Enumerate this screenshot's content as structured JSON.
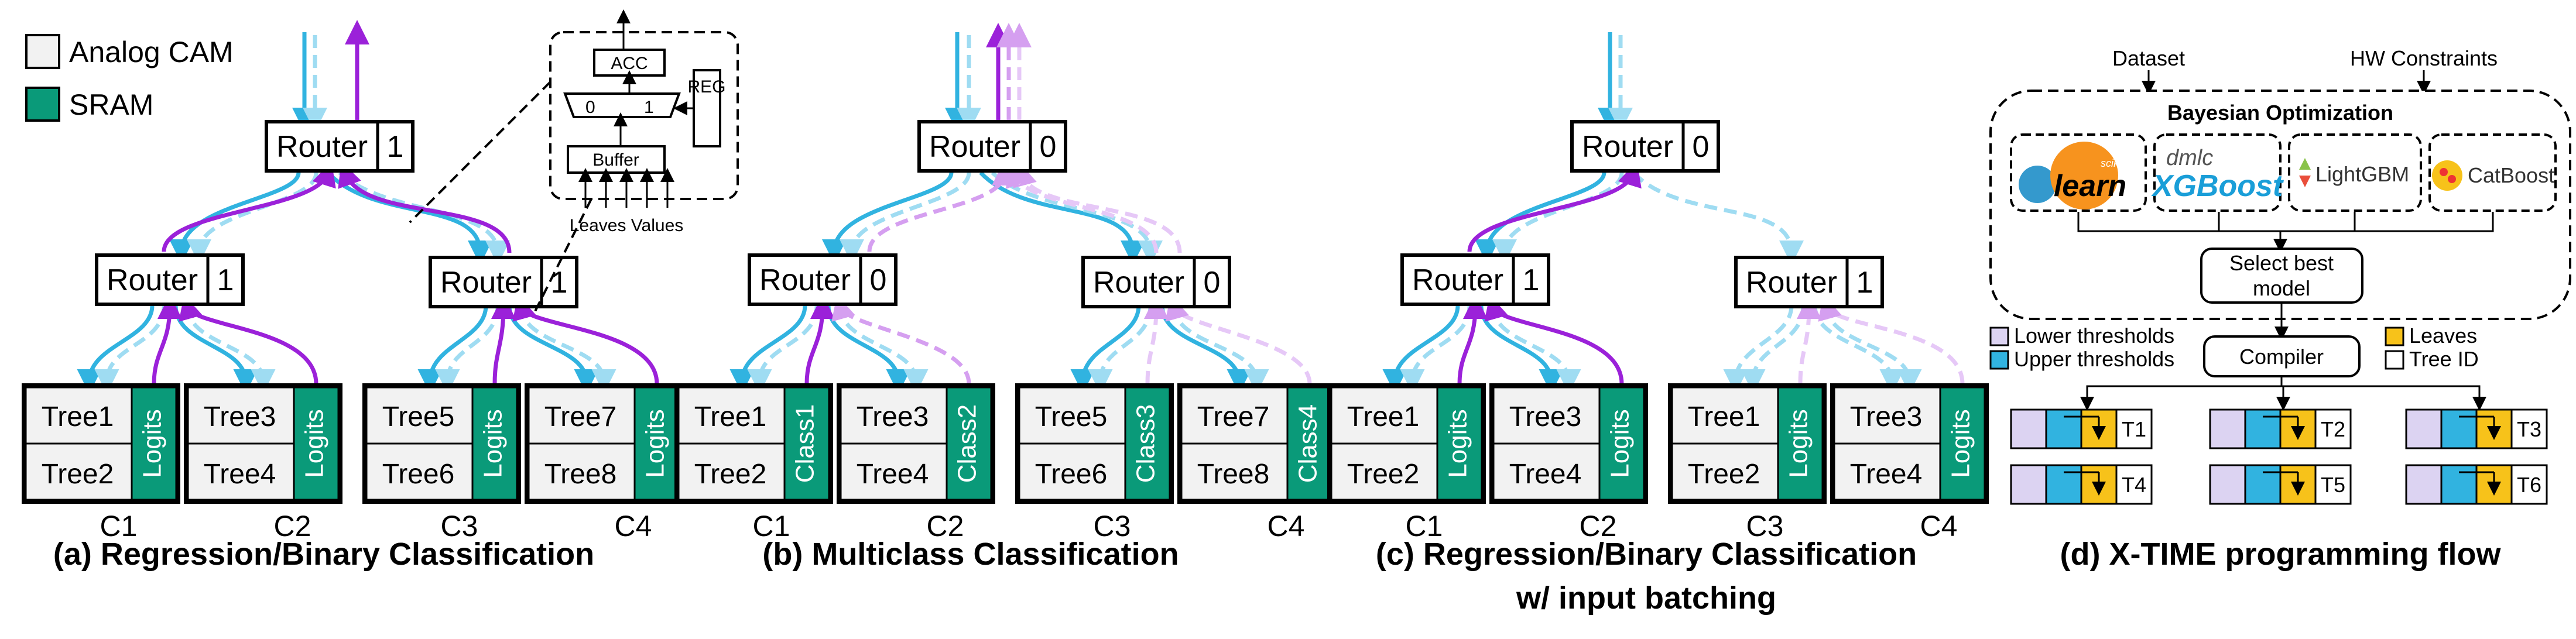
{
  "legend": {
    "cam_label": "Analog CAM",
    "sram_label": "SRAM"
  },
  "detail": {
    "acc": "ACC",
    "reg": "REG",
    "mux0": "0",
    "mux1": "1",
    "buffer": "Buffer",
    "inputs": "Leaves Values"
  },
  "panel_a": {
    "caption": "(a) Regression/Binary Classification",
    "top_router": {
      "label": "Router",
      "value": "1"
    },
    "routers": [
      {
        "label": "Router",
        "value": "1"
      },
      {
        "label": "Router",
        "value": "1"
      }
    ],
    "cores": [
      {
        "trees": [
          "Tree1",
          "Tree2"
        ],
        "out": "Logits",
        "name": "C1"
      },
      {
        "trees": [
          "Tree3",
          "Tree4"
        ],
        "out": "Logits",
        "name": "C2"
      },
      {
        "trees": [
          "Tree5",
          "Tree6"
        ],
        "out": "Logits",
        "name": "C3"
      },
      {
        "trees": [
          "Tree7",
          "Tree8"
        ],
        "out": "Logits",
        "name": "C4"
      }
    ]
  },
  "panel_b": {
    "caption": "(b) Multiclass Classification",
    "top_router": {
      "label": "Router",
      "value": "0"
    },
    "routers": [
      {
        "label": "Router",
        "value": "0"
      },
      {
        "label": "Router",
        "value": "0"
      }
    ],
    "cores": [
      {
        "trees": [
          "Tree1",
          "Tree2"
        ],
        "out": "Class1",
        "name": "C1"
      },
      {
        "trees": [
          "Tree3",
          "Tree4"
        ],
        "out": "Class2",
        "name": "C2"
      },
      {
        "trees": [
          "Tree5",
          "Tree6"
        ],
        "out": "Class3",
        "name": "C3"
      },
      {
        "trees": [
          "Tree7",
          "Tree8"
        ],
        "out": "Class4",
        "name": "C4"
      }
    ]
  },
  "panel_c": {
    "caption": "(c) Regression/Binary Classification",
    "caption2": "w/ input batching",
    "top_router": {
      "label": "Router",
      "value": "0"
    },
    "routers": [
      {
        "label": "Router",
        "value": "1"
      },
      {
        "label": "Router",
        "value": "1"
      }
    ],
    "cores": [
      {
        "trees": [
          "Tree1",
          "Tree2"
        ],
        "out": "Logits",
        "name": "C1"
      },
      {
        "trees": [
          "Tree3",
          "Tree4"
        ],
        "out": "Logits",
        "name": "C2"
      },
      {
        "trees": [
          "Tree1",
          "Tree2"
        ],
        "out": "Logits",
        "name": "C3"
      },
      {
        "trees": [
          "Tree3",
          "Tree4"
        ],
        "out": "Logits",
        "name": "C4"
      }
    ]
  },
  "panel_d": {
    "caption": "(d) X-TIME programming flow",
    "dataset": "Dataset",
    "hw": "HW Constraints",
    "bo": "Bayesian Optimization",
    "libs": {
      "sklearn_small": "scikit",
      "sklearn": "learn",
      "xgb_top": "dmlc",
      "xgb": "XGBoost",
      "lgbm": "LightGBM",
      "cat": "CatBoost"
    },
    "select1": "Select best",
    "select2": "model",
    "compiler": "Compiler",
    "legend": [
      "Lower thresholds",
      "Upper thresholds",
      "Leaves",
      "Tree ID"
    ],
    "trees": [
      "T1",
      "T2",
      "T3",
      "T4",
      "T5",
      "T6"
    ]
  },
  "colors": {
    "sram": "#0a9a79",
    "cam": "#f2f2f2",
    "blue": "#31b3e0",
    "purple": "#9b21d9",
    "lower": "#dcd3f2",
    "upper": "#31b3e0",
    "leaves": "#f7c21a"
  }
}
